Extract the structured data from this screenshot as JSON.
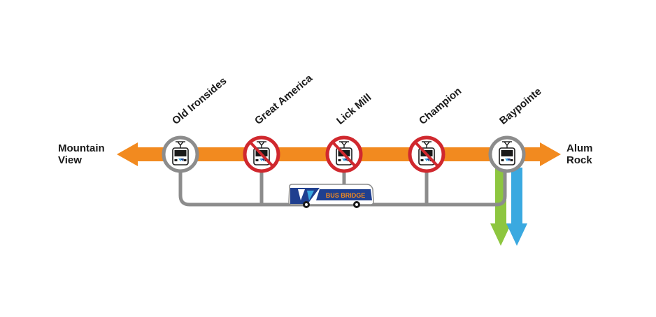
{
  "terminals": {
    "left_line1": "Mountain",
    "left_line2": "View",
    "right_line1": "Alum",
    "right_line2": "Rock"
  },
  "stations": [
    {
      "name": "Old Ironsides",
      "status": "open"
    },
    {
      "name": "Great America",
      "status": "closed"
    },
    {
      "name": "Lick Mill",
      "status": "closed"
    },
    {
      "name": "Champion",
      "status": "closed"
    },
    {
      "name": "Baypointe",
      "status": "open"
    }
  ],
  "bus": {
    "label": "BUS BRIDGE",
    "logo": "VTA"
  },
  "icons": [
    "light-rail-train-icon",
    "no-service-icon",
    "bus-icon"
  ],
  "colors": {
    "orange_line": "#f28a1f",
    "green_line": "#8dc63f",
    "blue_line": "#3aa9e0",
    "bridge_line": "#8c8c8c",
    "closed_red": "#d0282e",
    "station_ring": "#8c8c8c"
  }
}
